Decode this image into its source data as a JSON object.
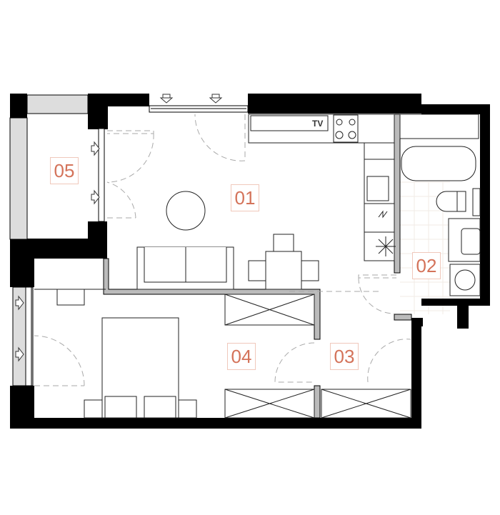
{
  "rooms": [
    {
      "id": "05",
      "label": "05"
    },
    {
      "id": "01",
      "label": "01"
    },
    {
      "id": "02",
      "label": "02"
    },
    {
      "id": "04",
      "label": "04"
    },
    {
      "id": "03",
      "label": "03"
    }
  ],
  "fixtures": {
    "tv_label": "TV"
  },
  "colors": {
    "label": "#d4735a",
    "label_border": "#f0c8bb",
    "wall": "#000000",
    "partition": "#bbbbbb"
  }
}
